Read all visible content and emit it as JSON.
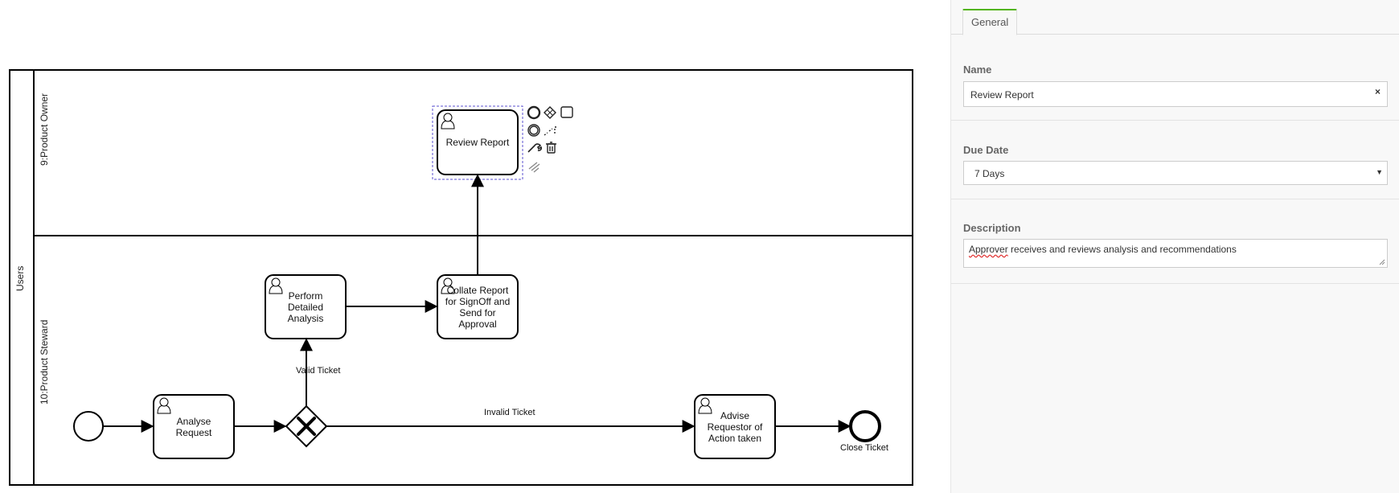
{
  "diagram": {
    "pool": {
      "label": "Users"
    },
    "lanes": [
      {
        "label": "9:Product Owner"
      },
      {
        "label": "10:Product Steward"
      }
    ],
    "tasks": {
      "review_report": "Review Report",
      "perform_analysis": "Perform Detailed Analysis",
      "collate_report": "Collate Report for SignOff and Send for Approval",
      "analyse_request": "Analyse Request",
      "advise_requestor": "Advise Requestor of Action taken"
    },
    "events": {
      "end_label": "Close Ticket"
    },
    "flows": {
      "valid": "Valid Ticket",
      "invalid": "Invalid Ticket"
    },
    "context_pad_icons": [
      "end-event-icon",
      "gateway-icon",
      "task-icon",
      "intermediate-event-icon",
      "connect-icon",
      "wrench-icon",
      "trash-icon",
      "color-icon"
    ]
  },
  "panel": {
    "tab_general": "General",
    "name": {
      "label": "Name",
      "value": "Review Report",
      "clear": "×"
    },
    "due_date": {
      "label": "Due Date",
      "value": "7 Days"
    },
    "description": {
      "label": "Description",
      "first_word": "Approver",
      "rest": " receives and reviews analysis and recommendations"
    }
  },
  "colors": {
    "accent": "#52b415",
    "stroke": "#000000",
    "selection": "#5a4fcf"
  }
}
